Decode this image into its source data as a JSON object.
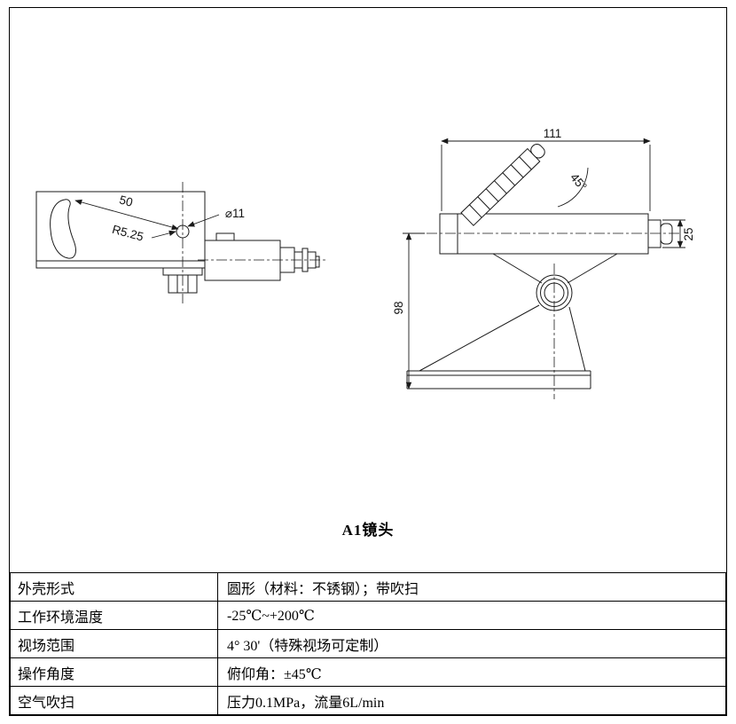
{
  "page": {
    "title": "A1镜头"
  },
  "drawing": {
    "left_view": {
      "dim_length": "50",
      "dim_radius": "R5.25",
      "dim_diameter": "⌀11"
    },
    "right_view": {
      "dim_width": "111",
      "dim_angle": "45°",
      "dim_end_diameter": "25",
      "dim_height": "98"
    }
  },
  "table": {
    "rows": [
      {
        "label": "外壳形式",
        "value": "圆形（材料：不锈钢）；带吹扫"
      },
      {
        "label": "工作环境温度",
        "value": "-25℃~+200℃"
      },
      {
        "label": "视场范围",
        "value": "4° 30'（特殊视场可定制）"
      },
      {
        "label": "操作角度",
        "value": "俯仰角：±45℃"
      },
      {
        "label": "空气吹扫",
        "value": "压力0.1MPa，流量6L/min"
      }
    ]
  }
}
